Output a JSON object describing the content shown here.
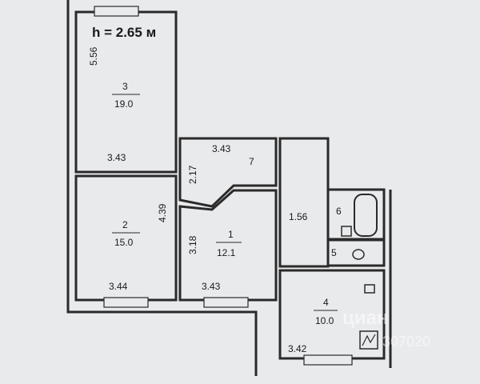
{
  "plan": {
    "height_label": "h = 2.65 м",
    "rooms": [
      {
        "number": "3",
        "area": "19.0",
        "width": "3.43",
        "length": "5.56"
      },
      {
        "number": "2",
        "area": "15.0",
        "width": "3.44",
        "length": "4.39"
      },
      {
        "number": "1",
        "area": "12.1",
        "width": "3.43",
        "length": "3.18"
      },
      {
        "number": "7",
        "width": "3.43",
        "length": "2.17"
      },
      {
        "number": "4",
        "area": "10.0",
        "width": "3.42"
      },
      {
        "number": "6"
      },
      {
        "number": "5"
      }
    ],
    "corridor_width": "1.56",
    "watermark": {
      "brand": "циан",
      "id": "307020"
    }
  },
  "colors": {
    "wall": "#2a2a2a",
    "paper": "#e9eaec",
    "line": "#555555"
  }
}
